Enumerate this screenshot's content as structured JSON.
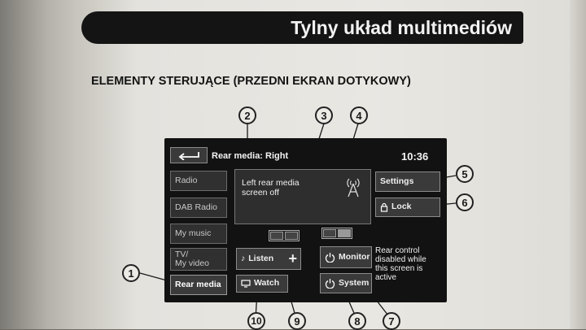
{
  "chapter_title": "Tylny układ multimediów",
  "section_heading": "ELEMENTY STERUJĄCE (PRZEDNI EKRAN DOTYKOWY)",
  "screen": {
    "title": "Rear media: Right",
    "clock": "10:36",
    "status_line1": "Left rear media",
    "status_line2": "screen off",
    "side_items": [
      "Radio",
      "DAB Radio",
      "My music",
      "TV/",
      "My video",
      "Rear media"
    ],
    "buttons": {
      "settings": "Settings",
      "lock": "Lock",
      "listen": "Listen",
      "watch": "Watch",
      "monitor": "Monitor",
      "system": "System"
    },
    "note": [
      "Rear control",
      "disabled while",
      "this screen is",
      "active"
    ]
  },
  "callouts": [
    "1",
    "2",
    "3",
    "4",
    "5",
    "6",
    "7",
    "8",
    "9",
    "10"
  ]
}
